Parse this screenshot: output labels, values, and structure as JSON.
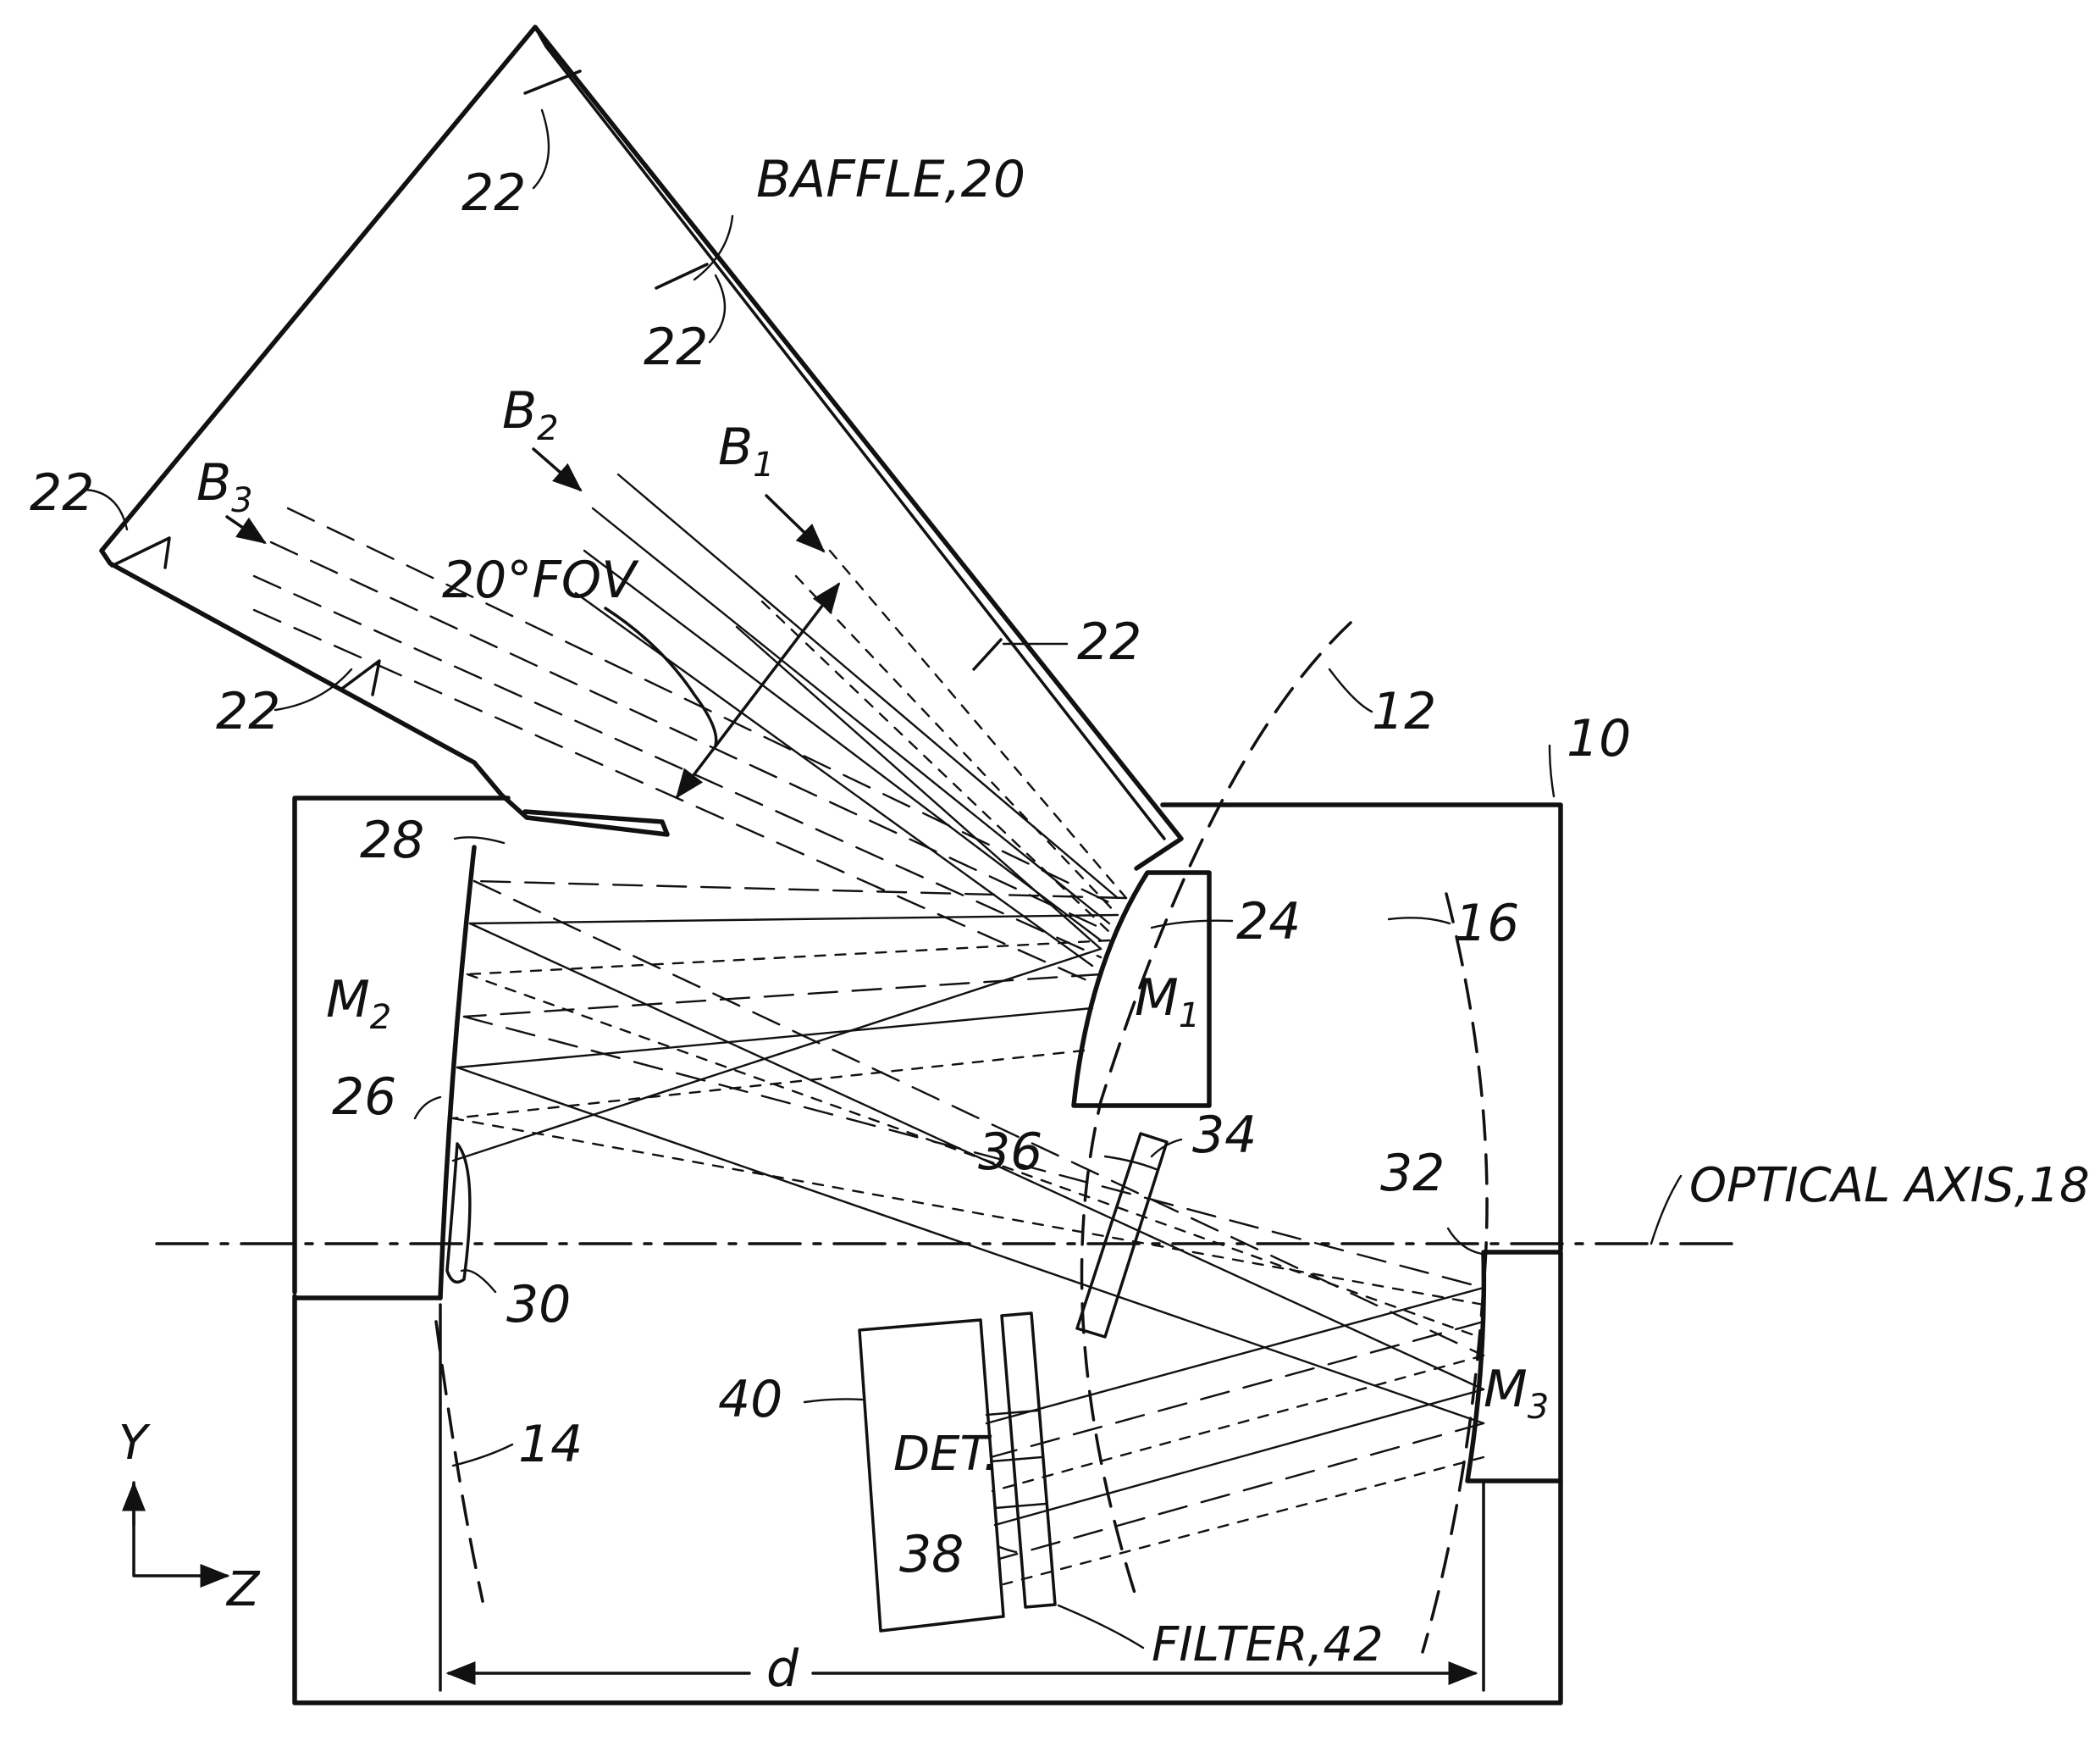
{
  "labels": {
    "baffle": "BAFFLE,20",
    "fov": "20°FOV",
    "b1": "B",
    "b1_sub": "1",
    "b2": "B",
    "b2_sub": "2",
    "b3": "B",
    "b3_sub": "3",
    "m1": "M",
    "m1_sub": "1",
    "m2": "M",
    "m2_sub": "2",
    "m3": "M",
    "m3_sub": "3",
    "vane_a": "22",
    "vane_b": "22",
    "vane_c": "22",
    "vane_d": "22",
    "vane_e": "22",
    "ref_12": "12",
    "ref_10": "10",
    "ref_16": "16",
    "ref_24": "24",
    "ref_28": "28",
    "ref_26": "26",
    "ref_30": "30",
    "ref_14": "14",
    "ref_36": "36",
    "ref_34": "34",
    "ref_32": "32",
    "ref_40": "40",
    "ref_38": "38",
    "optical_axis": "OPTICAL AXIS,18",
    "detector": "DET.",
    "filter": "FILTER,42",
    "distance": "d",
    "axis_y": "Y",
    "axis_z": "Z"
  },
  "icons": {
    "arrowheads": "arrow-icon"
  },
  "colors": {
    "ink": "#111111",
    "background": "#ffffff"
  }
}
